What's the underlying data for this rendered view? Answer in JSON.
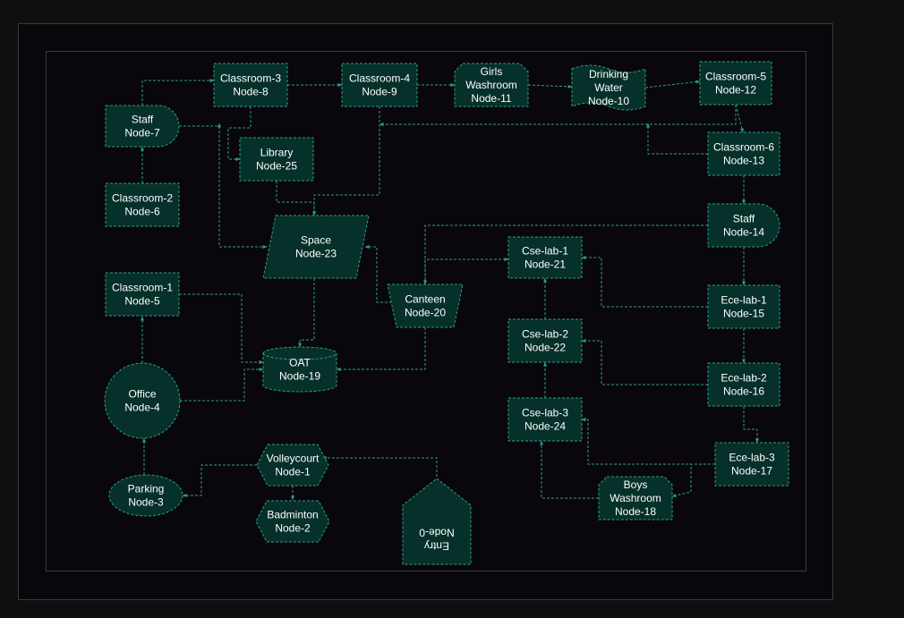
{
  "colors": {
    "page_bg": "#0f0f10",
    "canvas_bg": "#09070b",
    "frame_stroke": "#3a3a3e",
    "node_fill": "#06302a",
    "node_stroke": "#2f9e86",
    "edge": "#2f9e86",
    "text": "#ffffff"
  },
  "nodes": [
    {
      "id": "n0",
      "kind": "pentagon-down",
      "lines": [
        "Entry",
        "Node-0"
      ],
      "flipped": true
    },
    {
      "id": "n1",
      "kind": "hexagon",
      "lines": [
        "Volleycourt",
        "Node-1"
      ]
    },
    {
      "id": "n2",
      "kind": "hexagon",
      "lines": [
        "Badminton",
        "Node-2"
      ]
    },
    {
      "id": "n3",
      "kind": "ellipse",
      "lines": [
        "Parking",
        "Node-3"
      ]
    },
    {
      "id": "n4",
      "kind": "circle",
      "lines": [
        "Office",
        "Node-4"
      ]
    },
    {
      "id": "n5",
      "kind": "rect",
      "lines": [
        "Classroom-1",
        "Node-5"
      ]
    },
    {
      "id": "n6",
      "kind": "rect",
      "lines": [
        "Classroom-2",
        "Node-6"
      ]
    },
    {
      "id": "n7",
      "kind": "delay",
      "lines": [
        "Staff",
        "Node-7"
      ]
    },
    {
      "id": "n8",
      "kind": "rect",
      "lines": [
        "Classroom-3",
        "Node-8"
      ]
    },
    {
      "id": "n9",
      "kind": "rect",
      "lines": [
        "Classroom-4",
        "Node-9"
      ]
    },
    {
      "id": "n11",
      "kind": "clipped",
      "lines": [
        "Girls",
        "Washroom",
        "Node-11"
      ]
    },
    {
      "id": "n10",
      "kind": "wave",
      "lines": [
        "Drinking",
        "Water",
        "Node-10"
      ]
    },
    {
      "id": "n12",
      "kind": "rect",
      "lines": [
        "Classroom-5",
        "Node-12"
      ]
    },
    {
      "id": "n13",
      "kind": "rect",
      "lines": [
        "Classroom-6",
        "Node-13"
      ]
    },
    {
      "id": "n25",
      "kind": "rect",
      "lines": [
        "Library",
        "Node-25"
      ]
    },
    {
      "id": "n23",
      "kind": "parallelogram",
      "lines": [
        "Space",
        "Node-23"
      ]
    },
    {
      "id": "n14",
      "kind": "delay",
      "lines": [
        "Staff",
        "Node-14"
      ]
    },
    {
      "id": "n21",
      "kind": "rect",
      "lines": [
        "Cse-lab-1",
        "Node-21"
      ]
    },
    {
      "id": "n20",
      "kind": "trapezoid",
      "lines": [
        "Canteen",
        "Node-20"
      ]
    },
    {
      "id": "n15",
      "kind": "rect",
      "lines": [
        "Ece-lab-1",
        "Node-15"
      ]
    },
    {
      "id": "n22",
      "kind": "rect",
      "lines": [
        "Cse-lab-2",
        "Node-22"
      ]
    },
    {
      "id": "n19",
      "kind": "cylinder",
      "lines": [
        "OAT",
        "Node-19"
      ]
    },
    {
      "id": "n16",
      "kind": "rect",
      "lines": [
        "Ece-lab-2",
        "Node-16"
      ]
    },
    {
      "id": "n24",
      "kind": "rect",
      "lines": [
        "Cse-lab-3",
        "Node-24"
      ]
    },
    {
      "id": "n17",
      "kind": "rect",
      "lines": [
        "Ece-lab-3",
        "Node-17"
      ]
    },
    {
      "id": "n18",
      "kind": "clipped",
      "lines": [
        "Boys",
        "Washroom",
        "Node-18"
      ]
    }
  ],
  "edges": [
    [
      "n0",
      "n1"
    ],
    [
      "n1",
      "n2"
    ],
    [
      "n1",
      "n3"
    ],
    [
      "n3",
      "n4"
    ],
    [
      "n4",
      "n5"
    ],
    [
      "n4",
      "n19"
    ],
    [
      "n5",
      "n6"
    ],
    [
      "n5",
      "n19"
    ],
    [
      "n6",
      "n7"
    ],
    [
      "n7",
      "n8"
    ],
    [
      "n7",
      "n23"
    ],
    [
      "n8",
      "n9"
    ],
    [
      "n8",
      "n25"
    ],
    [
      "n8",
      "n7"
    ],
    [
      "n9",
      "n11"
    ],
    [
      "n9",
      "n23"
    ],
    [
      "n11",
      "n10"
    ],
    [
      "n10",
      "n12"
    ],
    [
      "n12",
      "n13"
    ],
    [
      "n12",
      "n9"
    ],
    [
      "n13",
      "n10"
    ],
    [
      "n13",
      "n14"
    ],
    [
      "n14",
      "n15"
    ],
    [
      "n14",
      "n20"
    ],
    [
      "n25",
      "n23"
    ],
    [
      "n23",
      "n19"
    ],
    [
      "n20",
      "n23"
    ],
    [
      "n20",
      "n21"
    ],
    [
      "n20",
      "n19"
    ],
    [
      "n15",
      "n21"
    ],
    [
      "n15",
      "n16"
    ],
    [
      "n22",
      "n21"
    ],
    [
      "n16",
      "n22"
    ],
    [
      "n16",
      "n17"
    ],
    [
      "n24",
      "n22"
    ],
    [
      "n17",
      "n24"
    ],
    [
      "n17",
      "n18"
    ],
    [
      "n18",
      "n24"
    ]
  ]
}
